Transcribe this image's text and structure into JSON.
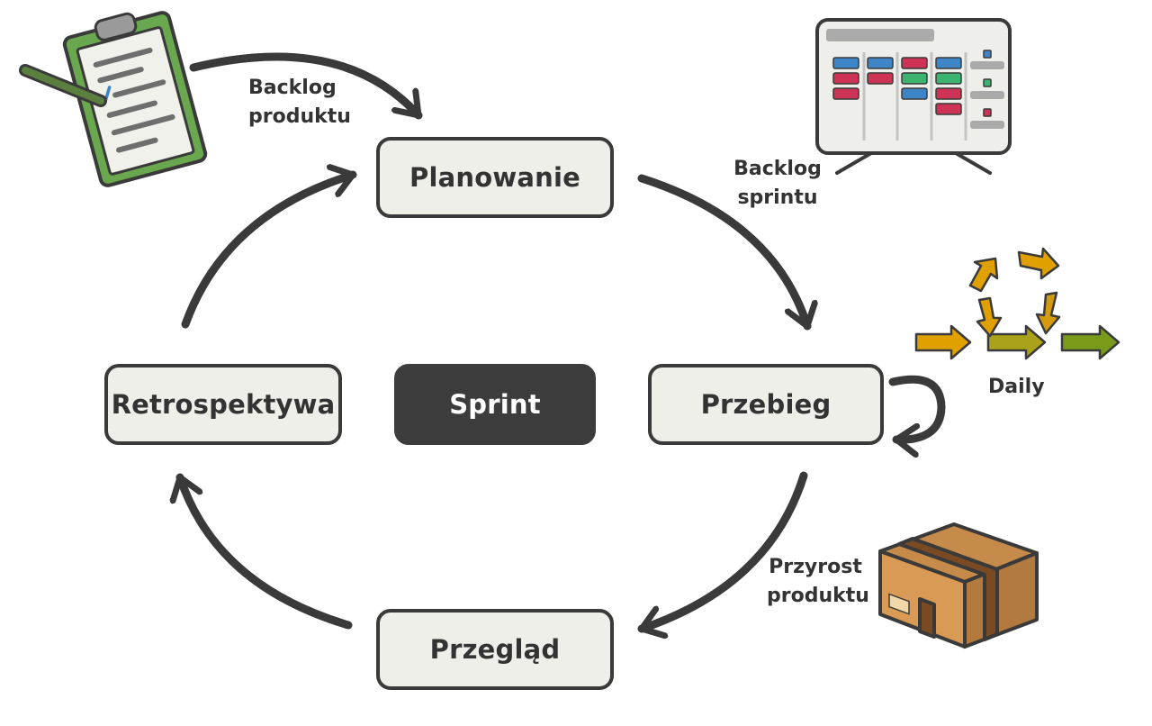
{
  "diagram": {
    "center": "Sprint",
    "stages": {
      "planning": "Planowanie",
      "execution": "Przebieg",
      "review": "Przegląd",
      "retrospective": "Retrospektywa"
    },
    "annotations": {
      "product_backlog": [
        "Backlog",
        "produktu"
      ],
      "sprint_backlog": [
        "Backlog",
        "sprintu"
      ],
      "daily": "Daily",
      "increment": [
        "Przyrost",
        "produktu"
      ]
    }
  },
  "colors": {
    "stroke": "#3a3a3a",
    "node_fill": "#efefea",
    "center_fill": "#3c3c3c",
    "clipboard_green": "#6aa84f",
    "board_blue": "#3d85c6",
    "board_red": "#cc3355",
    "board_green": "#3cb371",
    "daily_orange": "#e0a000",
    "daily_green": "#7a9a1a",
    "box_brown": "#c68a4a"
  },
  "icons": [
    "clipboard-icon",
    "kanban-board-icon",
    "daily-cycle-icon",
    "package-box-icon"
  ]
}
